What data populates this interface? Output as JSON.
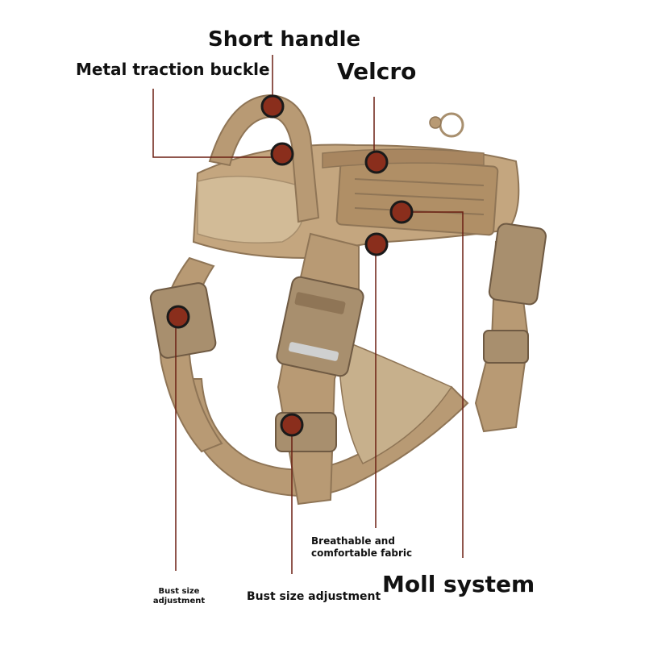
{
  "labels": {
    "short_handle": "Short handle",
    "metal_traction_buckle": "Metal traction buckle",
    "velcro": "Velcro",
    "breathable_fabric_line1": "Breathable and",
    "breathable_fabric_line2": "comfortable fabric",
    "bust_size_small_line1": "Bust size",
    "bust_size_small_line2": "adjustment",
    "bust_size_adjustment": "Bust size adjustment",
    "moll_system": "Moll system"
  },
  "colors": {
    "harness_tan": "#b89a74",
    "harness_dark": "#8f7556",
    "harness_light": "#d2bb97",
    "inner_fabric": "#c7b08c",
    "buckle": "#a88f6e",
    "marker_fill": "#8a2e1c",
    "marker_ring": "#1a1a1a",
    "leader_line": "#6b1f12"
  }
}
